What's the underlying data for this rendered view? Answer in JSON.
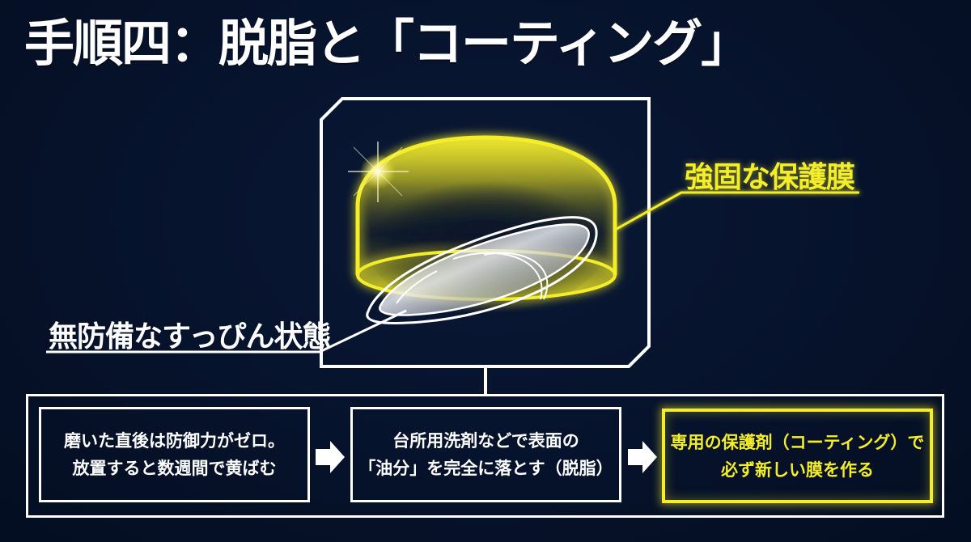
{
  "title": "手順四：脱脂と「コーティング」",
  "illustration": {
    "subject": "headlight-lens-with-protective-dome",
    "labels": {
      "protective_film": "強固な保護膜",
      "unprotected_state": "無防備なすっぴん状態"
    }
  },
  "steps": [
    {
      "lines": [
        "磨いた直後は防御力がゼロ。",
        "放置すると数週間で黄ばむ"
      ],
      "highlight": false
    },
    {
      "lines": [
        "台所用洗剤などで表面の",
        "「油分」を完全に落とす（脱脂）"
      ],
      "highlight": false
    },
    {
      "lines": [
        "専用の保護剤（コーティング）で",
        "必ず新しい膜を作る"
      ],
      "highlight": true
    }
  ],
  "arrows": [
    "arrow-right-icon",
    "arrow-right-icon"
  ],
  "colors": {
    "background": "#06122a",
    "accent_yellow": "#f4ee2a",
    "line_white": "#ffffff"
  }
}
